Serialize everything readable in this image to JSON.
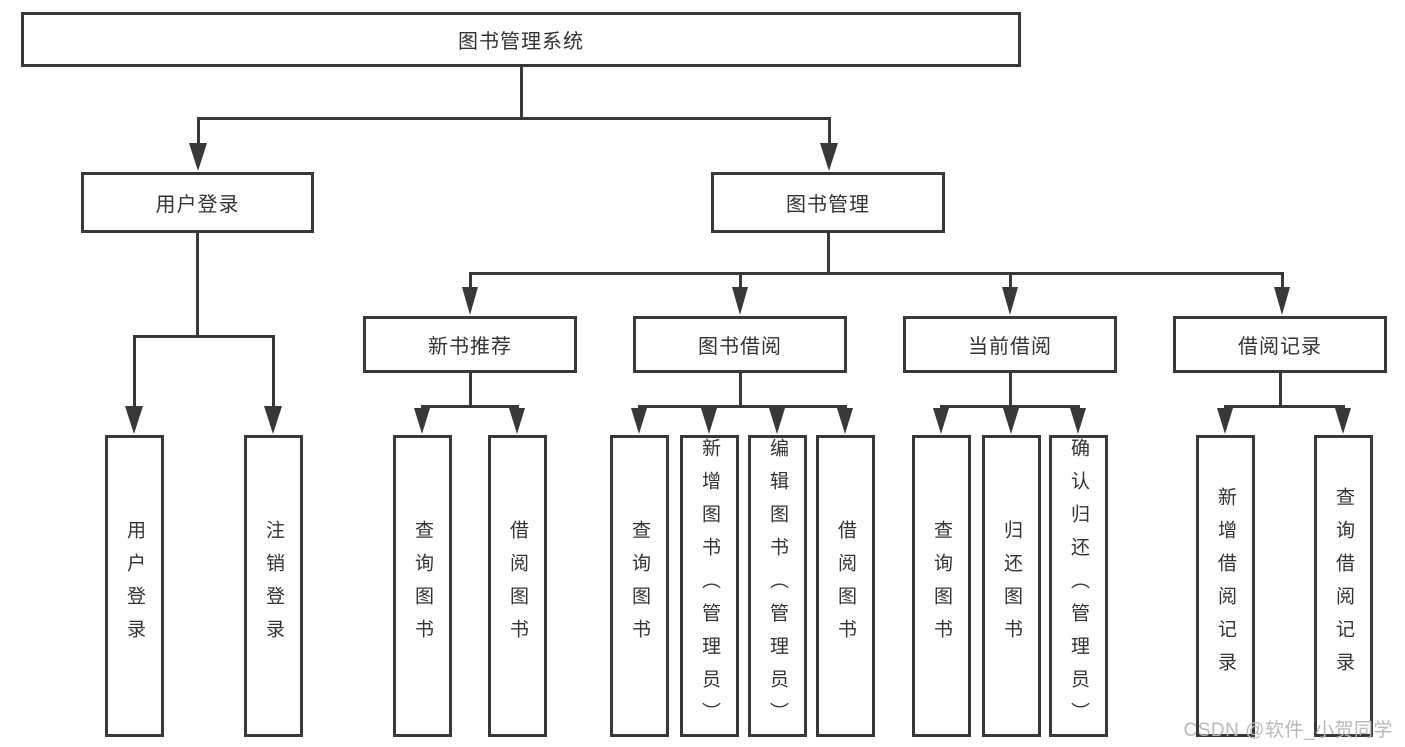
{
  "nodes": {
    "root": "图书管理系统",
    "level2": [
      "用户登录",
      "图书管理"
    ],
    "level3": [
      "新书推荐",
      "图书借阅",
      "当前借阅",
      "借阅记录"
    ],
    "leaves_user": [
      "用户登录",
      "注销登录"
    ],
    "leaves_recommend": [
      "查询图书",
      "借阅图书"
    ],
    "leaves_borrow": [
      "查询图书",
      "新增图书（管理员）",
      "编辑图书（管理员）",
      "借阅图书"
    ],
    "leaves_current": [
      "查询图书",
      "归还图书",
      "确认归还（管理员）"
    ],
    "leaves_records": [
      "新增借阅记录",
      "查询借阅记录"
    ]
  },
  "hierarchy": [
    {
      "parent": "图书管理系统",
      "children": [
        "用户登录",
        "图书管理"
      ]
    },
    {
      "parent": "用户登录",
      "children": [
        "用户登录",
        "注销登录"
      ]
    },
    {
      "parent": "图书管理",
      "children": [
        "新书推荐",
        "图书借阅",
        "当前借阅",
        "借阅记录"
      ]
    },
    {
      "parent": "新书推荐",
      "children": [
        "查询图书",
        "借阅图书"
      ]
    },
    {
      "parent": "图书借阅",
      "children": [
        "查询图书",
        "新增图书（管理员）",
        "编辑图书（管理员）",
        "借阅图书"
      ]
    },
    {
      "parent": "当前借阅",
      "children": [
        "查询图书",
        "归还图书",
        "确认归还（管理员）"
      ]
    },
    {
      "parent": "借阅记录",
      "children": [
        "新增借阅记录",
        "查询借阅记录"
      ]
    }
  ],
  "watermark": "CSDN @软件_小贺同学",
  "colors": {
    "line": "#383838",
    "text": "#333333",
    "watermark": "#b9b9b9",
    "background": "#ffffff"
  }
}
